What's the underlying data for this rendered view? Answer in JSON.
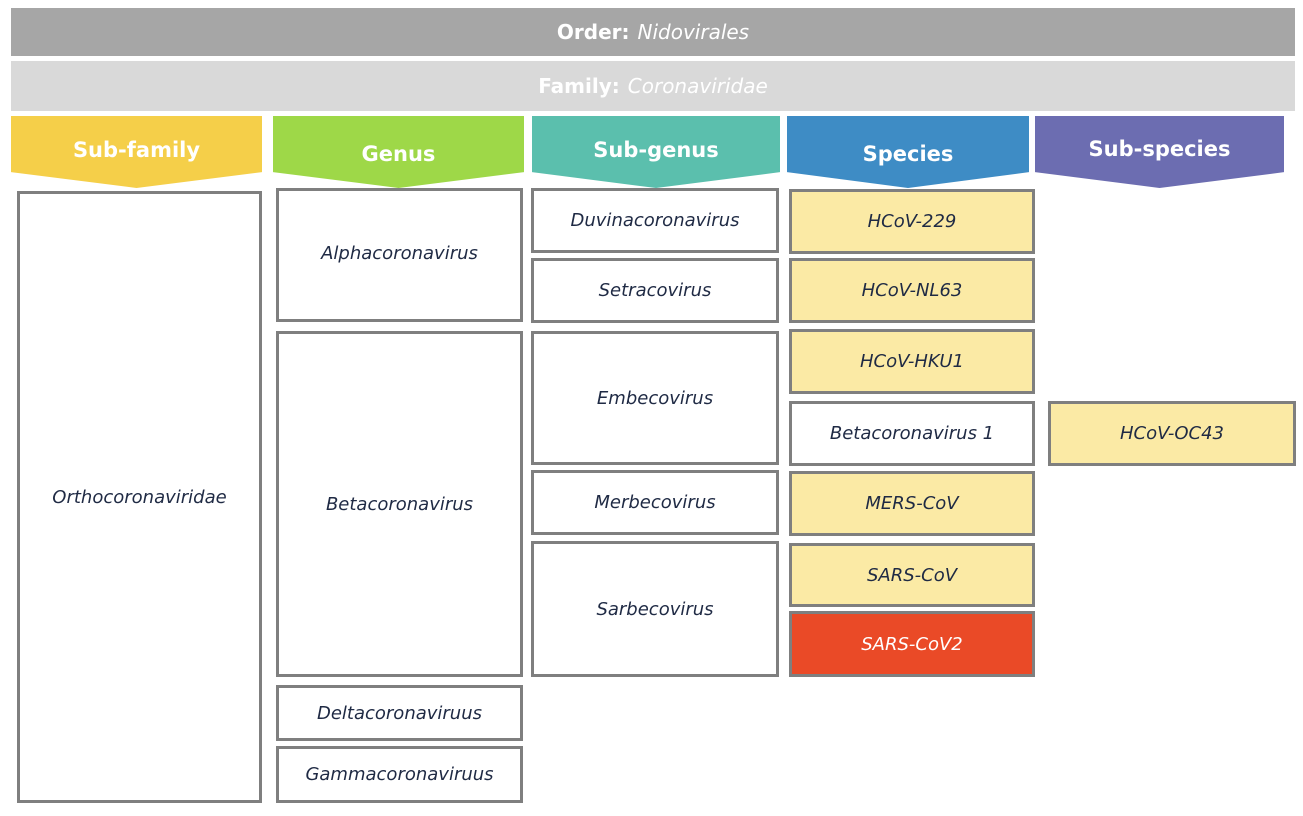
{
  "order": {
    "label": "Order:",
    "value": "Nidovirales"
  },
  "family": {
    "label": "Family:",
    "value": "Coronaviridae"
  },
  "headers": {
    "subfamily": "Sub-family",
    "genus": "Genus",
    "subgenus": "Sub-genus",
    "species": "Species",
    "subspecies": "Sub-species"
  },
  "subfamily": [
    "Orthocoronaviridae"
  ],
  "genus": [
    "Alphacoronavirus",
    "Betacoronavirus",
    "Deltacoronaviruus",
    "Gammacoronaviruus"
  ],
  "subgenus": [
    "Duvinacoronavirus",
    "Setracovirus",
    "Embecovirus",
    "Merbecovirus",
    "Sarbecovirus"
  ],
  "species": [
    "HCoV-229",
    "HCoV-NL63",
    "HCoV-HKU1",
    "Betacoronavirus 1",
    "MERS-CoV",
    "SARS-CoV",
    "SARS-CoV2"
  ],
  "subspecies": [
    "HCoV-OC43"
  ],
  "colors": {
    "order_band": "#a6a6a6",
    "family_band": "#d9d9d9",
    "subfamily": "#f5cf49",
    "genus": "#9ed848",
    "subgenus": "#5bbfad",
    "species": "#3e8cc5",
    "subspecies": "#6c6db1",
    "species_highlight": "#fbeaa5",
    "species_emphasis": "#ea4a27"
  }
}
